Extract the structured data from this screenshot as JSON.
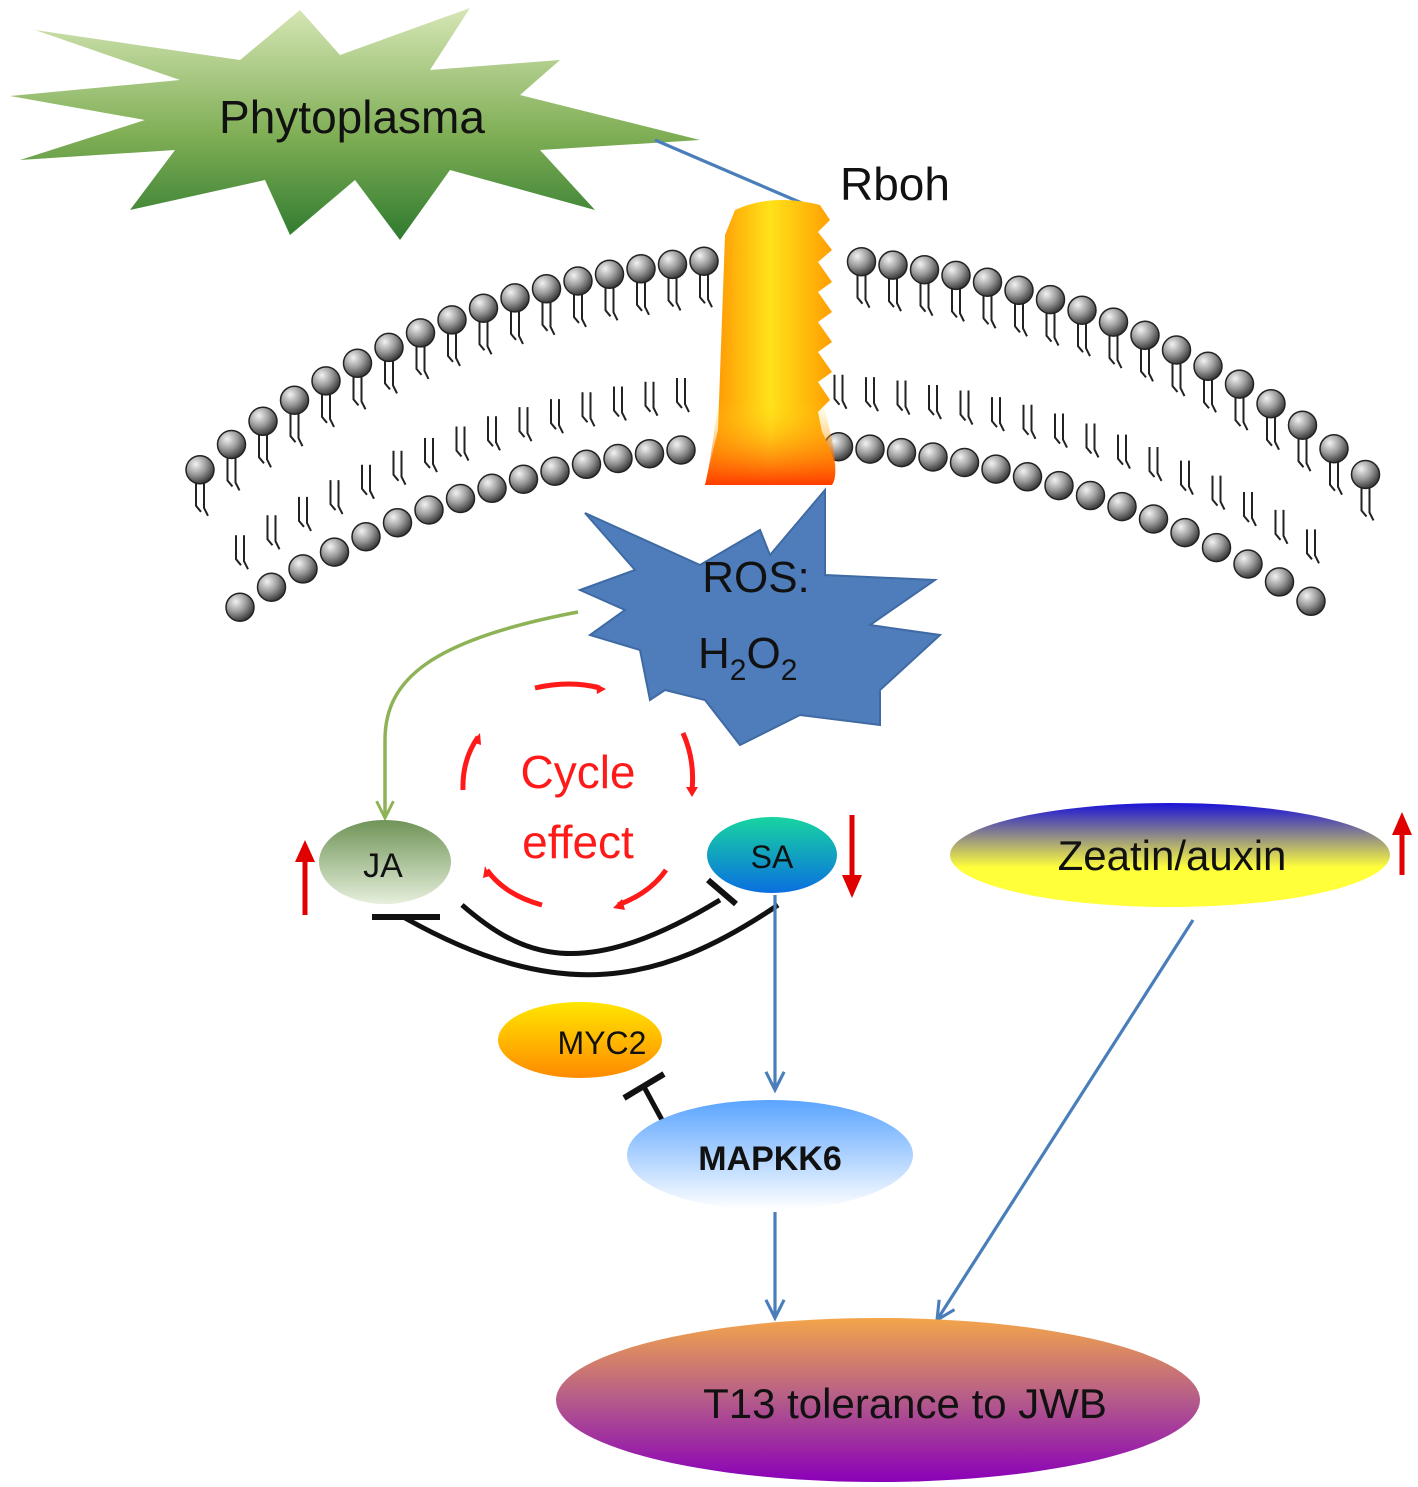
{
  "labels": {
    "phytoplasma": "Phytoplasma",
    "rboh": "Rboh",
    "ros_line1": "ROS:",
    "ros_h": "H",
    "ros_sub1": "2",
    "ros_o": "O",
    "ros_sub2": "2",
    "cycle_line1": "Cycle",
    "cycle_line2": "effect",
    "ja": "JA",
    "sa": "SA",
    "zeatin_auxin": "Zeatin/auxin",
    "myc2": "MYC2",
    "mapkk6": "MAPKK6",
    "tolerance": "T13 tolerance to JWB"
  },
  "indicators": {
    "ja": "up",
    "sa": "down",
    "zeatin_auxin": "up"
  },
  "colors": {
    "activation_arrow": "#4a7ebb",
    "ros_to_ja_arrow": "#8db356",
    "inhibition": "#111111",
    "cycle_effect": "#ff1a1a",
    "change_arrow": "#e00000",
    "ros_star": "#4f7dbb",
    "rboh_channel": "#ffd21a"
  }
}
